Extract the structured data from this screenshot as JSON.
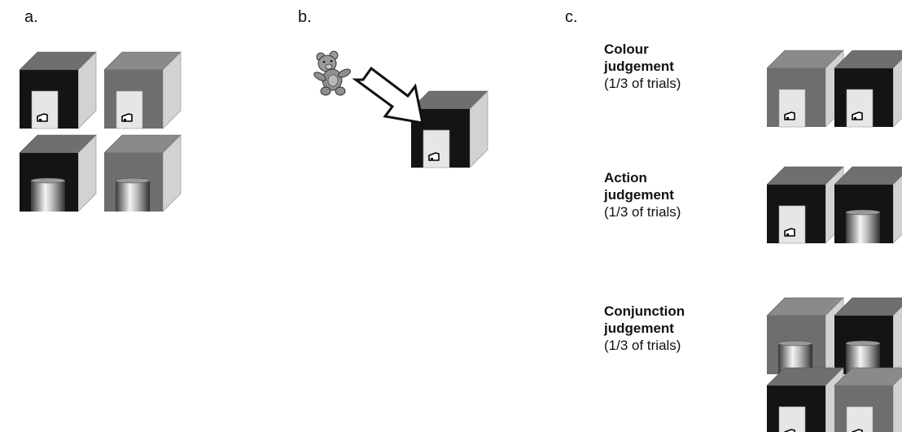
{
  "panels": {
    "a": {
      "label": "a."
    },
    "b": {
      "label": "b."
    },
    "c": {
      "label": "c."
    }
  },
  "judgements": [
    {
      "line1": "Colour",
      "line2": "judgement",
      "line3": "(1/3 of trials)"
    },
    {
      "line1": "Action",
      "line2": "judgement",
      "line3": "(1/3 of trials)"
    },
    {
      "line1": "Conjunction",
      "line2": "judgement",
      "line3": "(1/3 of trials)"
    }
  ],
  "colors": {
    "box_dark_front": "#141414",
    "box_gray_front": "#6e6e6e",
    "box_top_dark": "#6f6f6f",
    "box_top_gray": "#8a8a8a",
    "box_side": "#d2d2d2",
    "card": "#e6e6e6"
  },
  "boxes": [
    {
      "id": "a-dark-card",
      "front": "dark",
      "content": "card"
    },
    {
      "id": "a-gray-card",
      "front": "gray",
      "content": "card"
    },
    {
      "id": "a-dark-cylinder",
      "front": "dark",
      "content": "cylinder"
    },
    {
      "id": "a-gray-cylinder",
      "front": "gray",
      "content": "cylinder"
    },
    {
      "id": "b-dark-card",
      "front": "dark",
      "content": "card"
    },
    {
      "id": "c-colour-gray-card",
      "front": "gray",
      "content": "card"
    },
    {
      "id": "c-colour-dark-card",
      "front": "dark",
      "content": "card"
    },
    {
      "id": "c-action-dark-card",
      "front": "dark",
      "content": "card"
    },
    {
      "id": "c-action-dark-cylinder",
      "front": "dark",
      "content": "cylinder"
    },
    {
      "id": "c-conj-gray-cylinder",
      "front": "gray",
      "content": "cylinder"
    },
    {
      "id": "c-conj-dark-cylinder",
      "front": "dark",
      "content": "cylinder"
    },
    {
      "id": "c-conj-dark-card",
      "front": "dark",
      "content": "card"
    },
    {
      "id": "c-conj-gray-card",
      "front": "gray",
      "content": "card"
    }
  ]
}
